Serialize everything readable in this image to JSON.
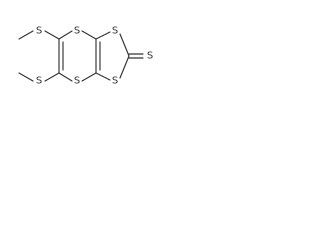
{
  "molecule": {
    "atoms": {
      "s_ring_top": "S",
      "s_ring_bottom": "S",
      "s_dithiole_top": "S",
      "s_dithiole_bottom": "S",
      "s_thione": "S",
      "s_methylthio_top": "S",
      "s_methylthio_bottom": "S"
    }
  },
  "colors": {
    "bond": "#333333",
    "label": "#333333",
    "background": "#ffffff"
  }
}
